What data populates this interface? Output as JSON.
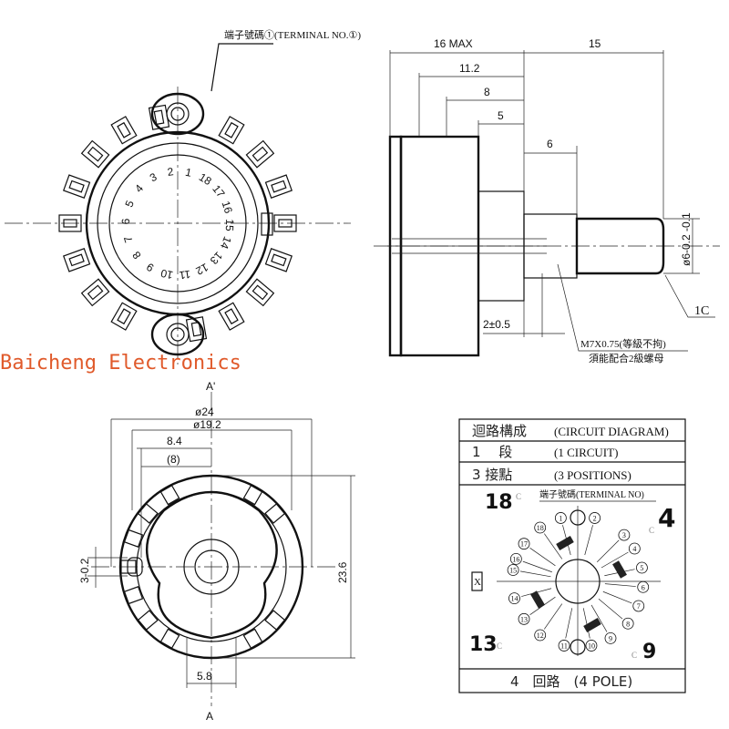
{
  "brand": {
    "text": "Baicheng Electronics",
    "color": "#e05a2b"
  },
  "front_view": {
    "terminal_label": "端子號碼①(TERMINAL NO.①)",
    "ring_numbers": [
      "1",
      "18",
      "17",
      "16",
      "15",
      "14",
      "13",
      "12",
      "11",
      "10",
      "9",
      "8",
      "7",
      "6",
      "5",
      "4",
      "3",
      "2"
    ]
  },
  "side_view": {
    "dims": {
      "max": "16 MAX",
      "shaft": "15",
      "d11": "11.2",
      "d8": "8",
      "d5": "5",
      "d6": "6",
      "dia": "ø6-0.2 -0.1",
      "chamfer": "1C",
      "gap": "2±0.5"
    },
    "thread_note": "M7X0.75(等級不拘)",
    "nut_note": "須能配合2級螺母"
  },
  "rear_view": {
    "section_top": "A'",
    "section_bottom": "A",
    "dims": {
      "d24": "ø24",
      "d19": "ø19.2",
      "d84": "8.4",
      "d8": "(8)",
      "d3": "3-0.2",
      "h236": "23.6",
      "w58": "5.8"
    }
  },
  "circuit_table": {
    "rows": [
      {
        "left": "迴路構成",
        "right": "(CIRCUIT DIAGRAM)"
      },
      {
        "left": "1　 段",
        "right": "(1 CIRCUIT)"
      },
      {
        "left": "3 接點",
        "right": "(3 POSITIONS)"
      }
    ],
    "terminal_title": "端子號碼(TERMINAL NO)",
    "terminals": [
      "1",
      "2",
      "3",
      "4",
      "5",
      "6",
      "7",
      "8",
      "9",
      "10",
      "11",
      "12",
      "13",
      "14",
      "15",
      "16",
      "17",
      "18"
    ],
    "common_mark": "C",
    "stop_mark": "X",
    "callouts": {
      "c18": "18",
      "c4": "4",
      "c13": "13",
      "c9": "9"
    },
    "footer": "4　回路　(4 POLE)"
  }
}
